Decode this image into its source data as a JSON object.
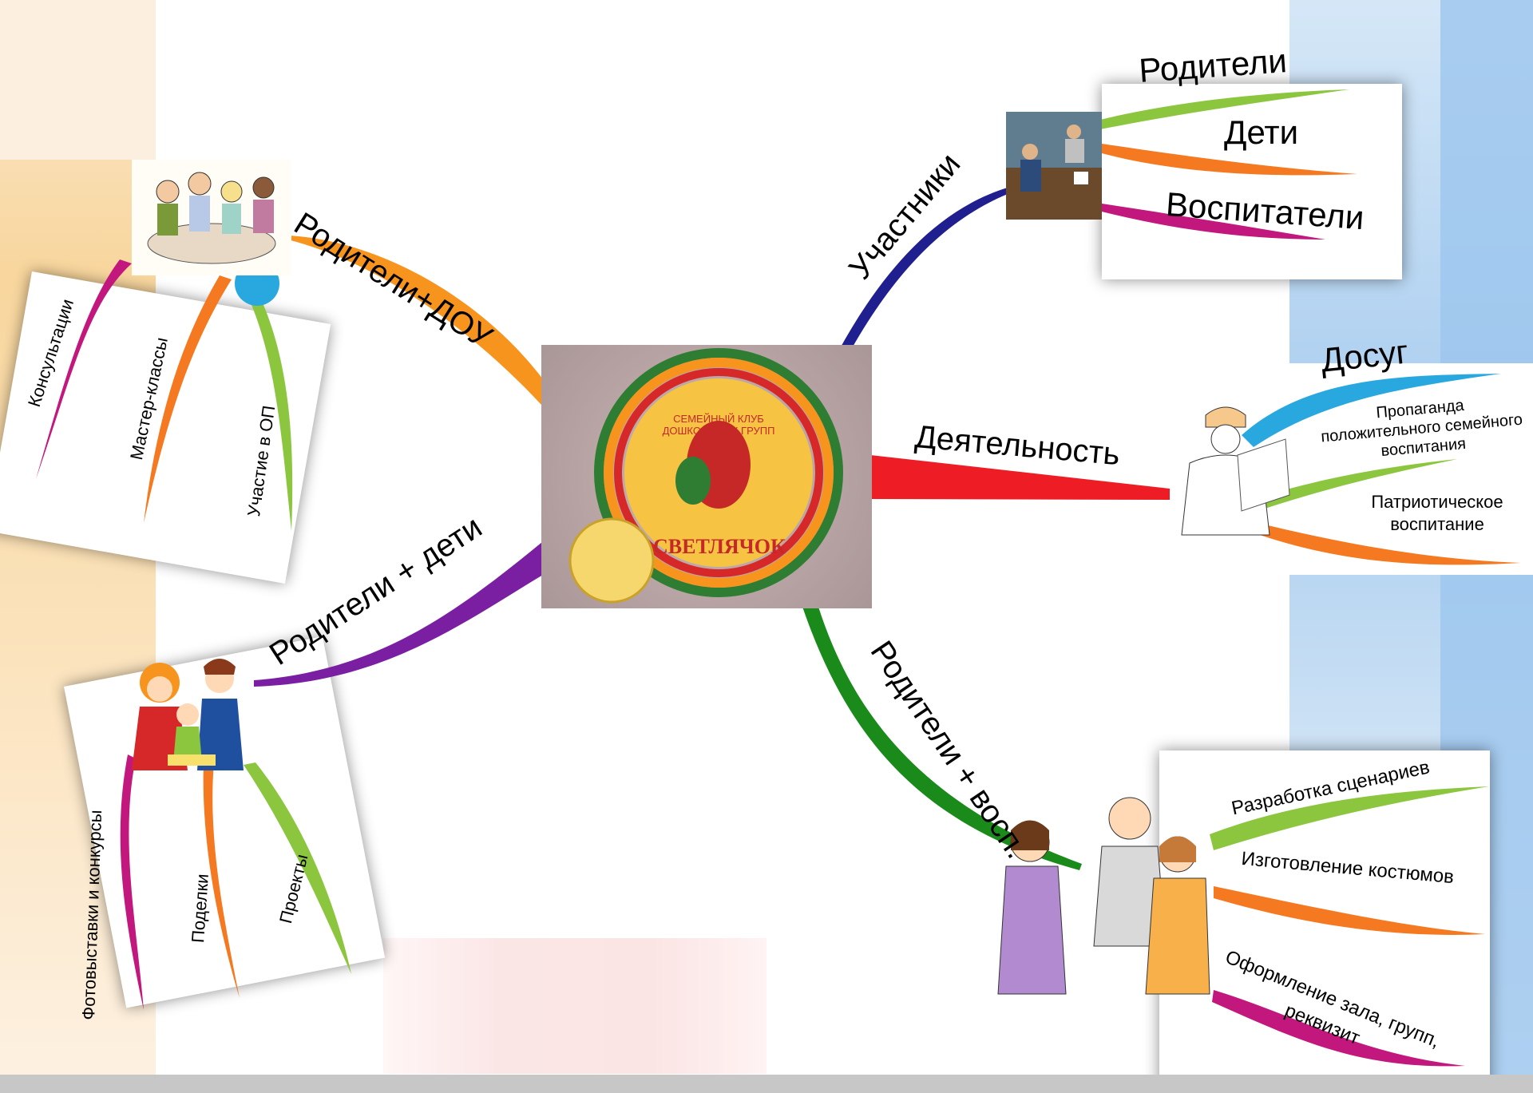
{
  "center_node": {
    "badge_text": "СВЕТЛЯЧОК",
    "badge_caption": "СЕМЕЙНЫЙ КЛУБ ДОШКОЛЬНЫХ ГРУПП"
  },
  "branches": {
    "participants": {
      "label": "Участники",
      "items": [
        "Родители",
        "Дети",
        "Воспитатели"
      ]
    },
    "activity": {
      "label": "Деятельность",
      "items": [
        "Досуг",
        "Пропаганда положительного семейного воспитания",
        "Патриотическое воспитание"
      ]
    },
    "parents_educators": {
      "label": "Родители + восп.",
      "items": [
        "Разработка сценариев",
        "Изготовление костюмов",
        "Оформление зала, групп, реквизит"
      ]
    },
    "parents_children": {
      "label": "Родители +   дети",
      "items": [
        "Фотовыставки и конкурсы",
        "Поделки",
        "Проекты"
      ]
    },
    "parents_dou": {
      "label": "Родители+ДОУ",
      "items": [
        "Консультации",
        "Мастер-классы",
        "Участие в ОП"
      ]
    }
  },
  "colors": {
    "participants": "#1f1f8f",
    "activity": "#ee1c24",
    "parents_educators": "#1a8a1a",
    "parents_children": "#7b1fa2",
    "parents_dou": "#f7941d",
    "sub_green": "#8cc63f",
    "sub_orange": "#f47920",
    "sub_magenta": "#c2187e",
    "sub_blue": "#29a8e0"
  }
}
